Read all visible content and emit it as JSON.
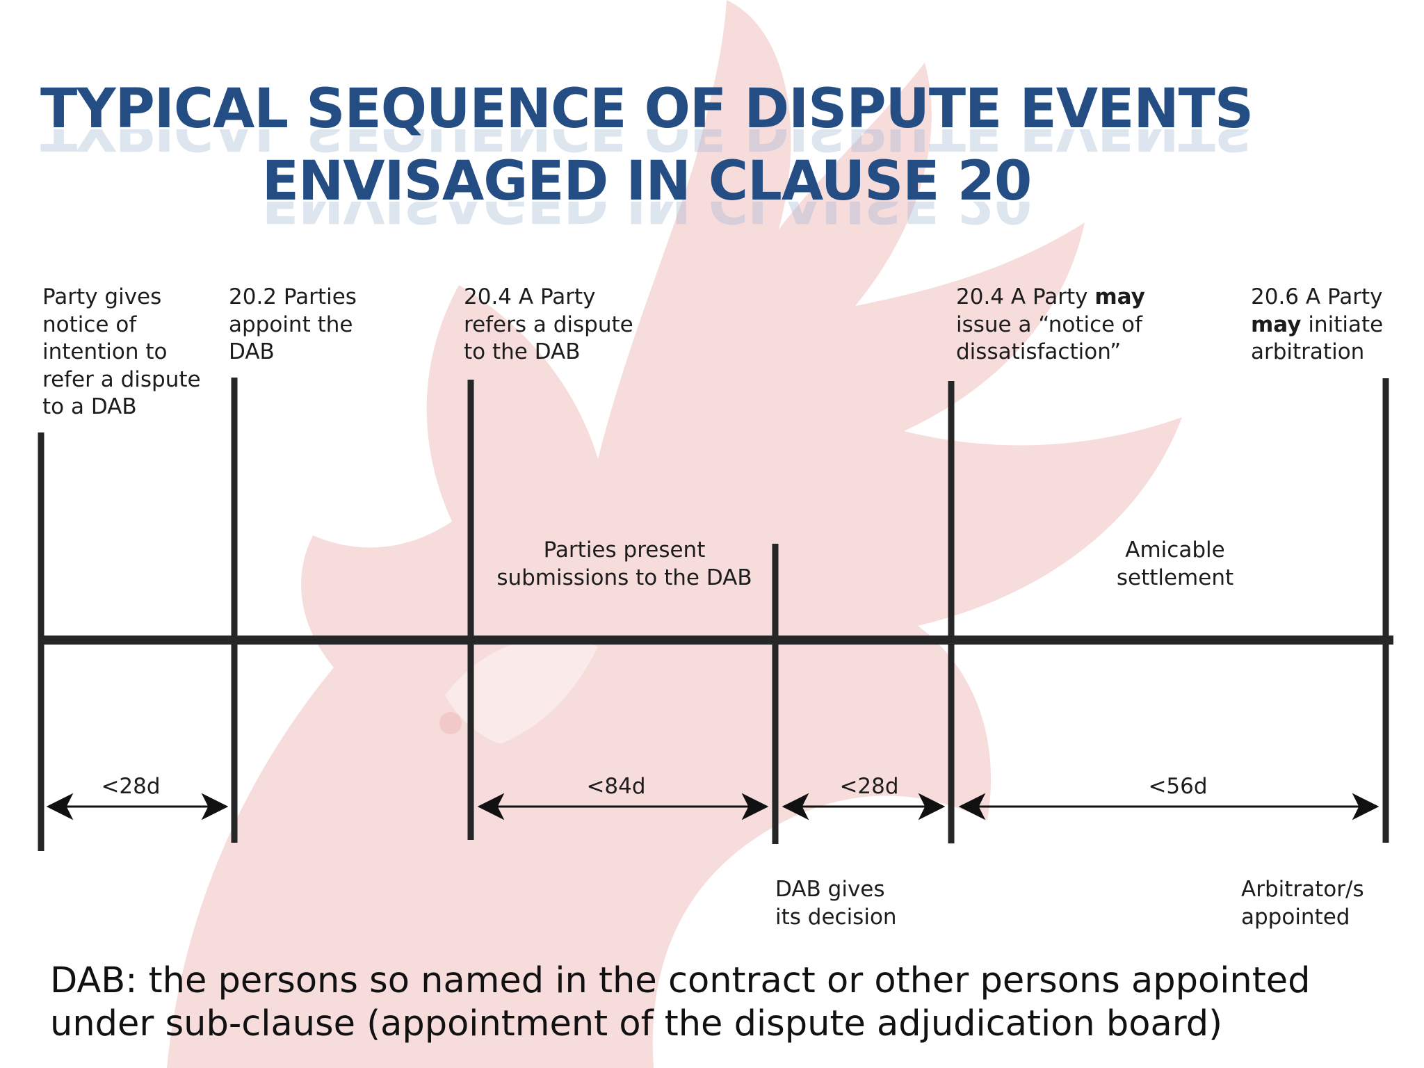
{
  "title": {
    "line1": "TYPICAL SEQUENCE OF DISPUTE EVENTS",
    "line2": "ENVISAGED IN CLAUSE 20"
  },
  "events_top": [
    {
      "lines": [
        "Party gives",
        "notice of",
        "intention to",
        "refer a dispute",
        "to a DAB"
      ]
    },
    {
      "lines": [
        "20.2 Parties",
        "appoint the",
        "DAB"
      ]
    },
    {
      "lines": [
        "20.4 A Party",
        "refers a dispute",
        "to the DAB"
      ]
    },
    {
      "line1_pre": "20.4 A Party ",
      "line1_bold": "may",
      "line2": "issue a “notice of",
      "line3": "dissatisfaction”"
    },
    {
      "line1": "20.6 A Party",
      "line2_bold": "may",
      "line2_post": " initiate",
      "line3": "arbitration"
    }
  ],
  "phases": [
    {
      "lines": [
        "Parties present",
        "submissions to the DAB"
      ]
    },
    {
      "lines": [
        "Amicable",
        "settlement"
      ]
    }
  ],
  "durations": [
    "<28d",
    "<84d",
    "<28d",
    "<56d"
  ],
  "events_bottom": [
    {
      "lines": [
        "DAB gives",
        "its decision"
      ]
    },
    {
      "lines": [
        "Arbitrator/s",
        "appointed"
      ]
    }
  ],
  "footnote": {
    "line1": "DAB: the persons so named in the contract or other persons appointed",
    "line2": "under sub-clause (appointment of the dispute adjudication board)"
  },
  "colors": {
    "title": "#244d84",
    "line": "#262626",
    "watermark": "#f6dada"
  }
}
